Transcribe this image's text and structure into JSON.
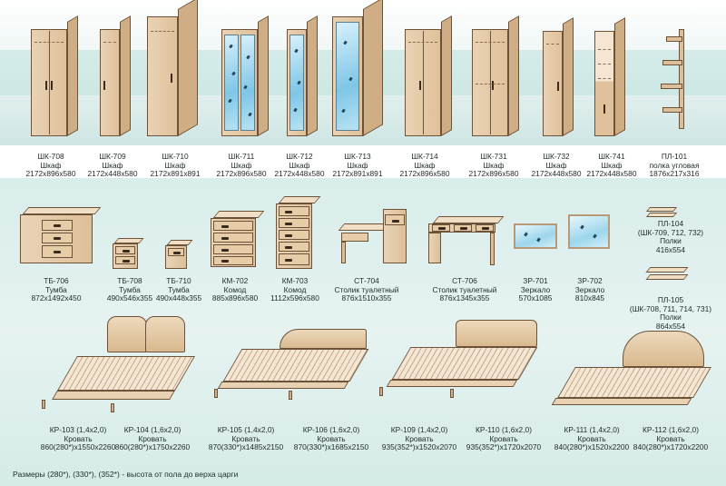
{
  "footnote": "Размеры (280*), (330*), (352*) - высота от пола до верха царги",
  "wardrobes": [
    {
      "code": "ШК-708",
      "name": "Шкаф",
      "size": "2172x896x580"
    },
    {
      "code": "ШК-709",
      "name": "Шкаф",
      "size": "2172x448x580"
    },
    {
      "code": "ШК-710",
      "name": "Шкаф",
      "size": "2172x891x891"
    },
    {
      "code": "ШК-711",
      "name": "Шкаф",
      "size": "2172x896x580"
    },
    {
      "code": "ШК-712",
      "name": "Шкаф",
      "size": "2172x448x580"
    },
    {
      "code": "ШК-713",
      "name": "Шкаф",
      "size": "2172x891x891"
    },
    {
      "code": "ШК-714",
      "name": "Шкаф",
      "size": "2172x896x580"
    },
    {
      "code": "ШК-731",
      "name": "Шкаф",
      "size": "2172x896x580"
    },
    {
      "code": "ШК-732",
      "name": "Шкаф",
      "size": "2172x448x580"
    },
    {
      "code": "ШК-741",
      "name": "Шкаф",
      "size": "2172x448x580"
    },
    {
      "code": "ПЛ-101",
      "name": "полка угловая",
      "size": "1876x217x316"
    }
  ],
  "middle": [
    {
      "code": "ТБ-706",
      "name": "Тумба",
      "size": "872x1492x450"
    },
    {
      "code": "ТБ-708",
      "name": "Тумба",
      "size": "490x546x355"
    },
    {
      "code": "ТБ-710",
      "name": "Тумба",
      "size": "490x448x355"
    },
    {
      "code": "КМ-702",
      "name": "Комод",
      "size": "885x896x580"
    },
    {
      "code": "КМ-703",
      "name": "Комод",
      "size": "1112x596x580"
    },
    {
      "code": "СТ-704",
      "name": "Столик туалетный",
      "size": "876x1510x355"
    },
    {
      "code": "СТ-706",
      "name": "Столик туалетный",
      "size": "876x1345x355"
    },
    {
      "code": "ЗР-701",
      "name": "Зеркало",
      "size": "570x1085"
    },
    {
      "code": "ЗР-702",
      "name": "Зеркало",
      "size": "810x845"
    }
  ],
  "shelves": [
    {
      "code": "ПЛ-104",
      "note": "(ШК-709, 712, 732)",
      "name": "Полки",
      "size": "416x554"
    },
    {
      "code": "ПЛ-105",
      "note": "(ШК-708, 711, 714, 731)",
      "name": "Полки",
      "size": "864x554"
    }
  ],
  "beds": [
    {
      "code": "КР-103 (1,4x2,0)",
      "name": "Кровать",
      "size": "860(280*)x1550x2260"
    },
    {
      "code": "КР-104 (1,6x2,0)",
      "name": "Кровать",
      "size": "860(280*)x1750x2260"
    },
    {
      "code": "КР-105 (1,4x2,0)",
      "name": "Кровать",
      "size": "870(330*)x1485x2150"
    },
    {
      "code": "КР-106 (1,6x2,0)",
      "name": "Кровать",
      "size": "870(330*)x1685x2150"
    },
    {
      "code": "КР-109 (1,4x2,0)",
      "name": "Кровать",
      "size": "935(352*)x1520x2070"
    },
    {
      "code": "КР-110 (1,6x2,0)",
      "name": "Кровать",
      "size": "935(352*)x1720x2070"
    },
    {
      "code": "КР-111 (1,4x2,0)",
      "name": "Кровать",
      "size": "840(280*)x1520x2200"
    },
    {
      "code": "КР-112 (1,6x2,0)",
      "name": "Кровать",
      "size": "840(280*)x1720x2200"
    }
  ]
}
